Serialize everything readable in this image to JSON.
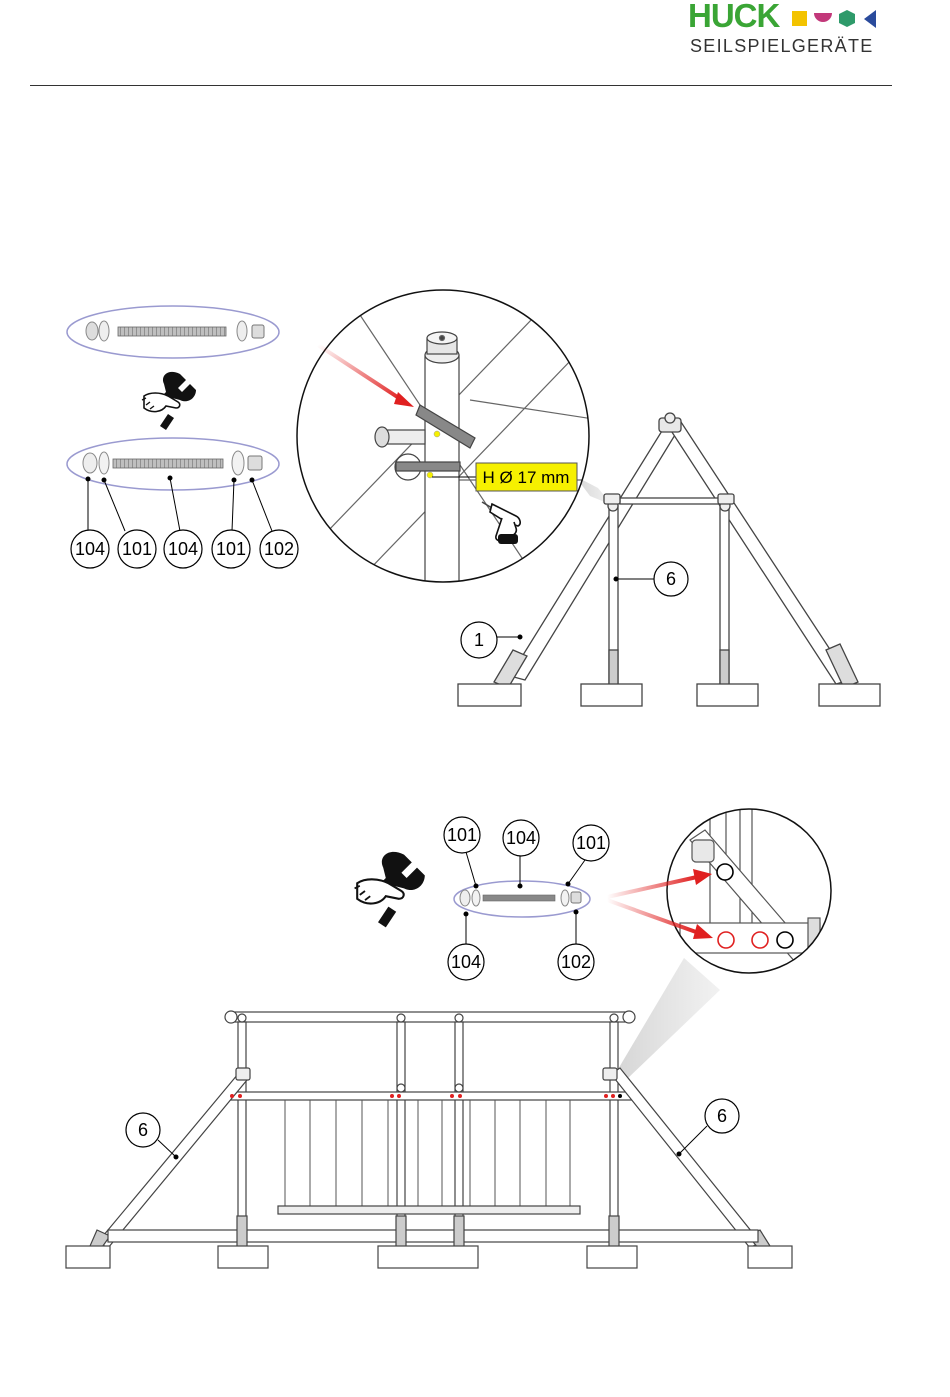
{
  "logo": {
    "brand": "HUCK",
    "subtitle": "SEILSPIELGERÄTE",
    "colors": {
      "green": "#3aa535",
      "yellow": "#f3c300",
      "magenta": "#c2387a",
      "teal": "#2e9a6a",
      "blue": "#2a4b9c"
    }
  },
  "step1": {
    "labels": [
      "104",
      "101",
      "104",
      "101",
      "102"
    ],
    "drill_note": "H Ø 17 mm",
    "frame_labels": {
      "leg": "1",
      "post": "6"
    },
    "icons": [
      "wrench-hand-icon",
      "drill-icon"
    ],
    "arrow_color": "#e02020",
    "highlight_color": "#f6f000"
  },
  "step2": {
    "labels_top": [
      "101",
      "104",
      "101"
    ],
    "labels_bottom": [
      "104",
      "102"
    ],
    "frame_labels": {
      "left": "6",
      "right": "6"
    },
    "icons": [
      "wrench-hand-icon"
    ],
    "hole_colors": {
      "marked": "#e02020",
      "plain": "#000000"
    }
  }
}
